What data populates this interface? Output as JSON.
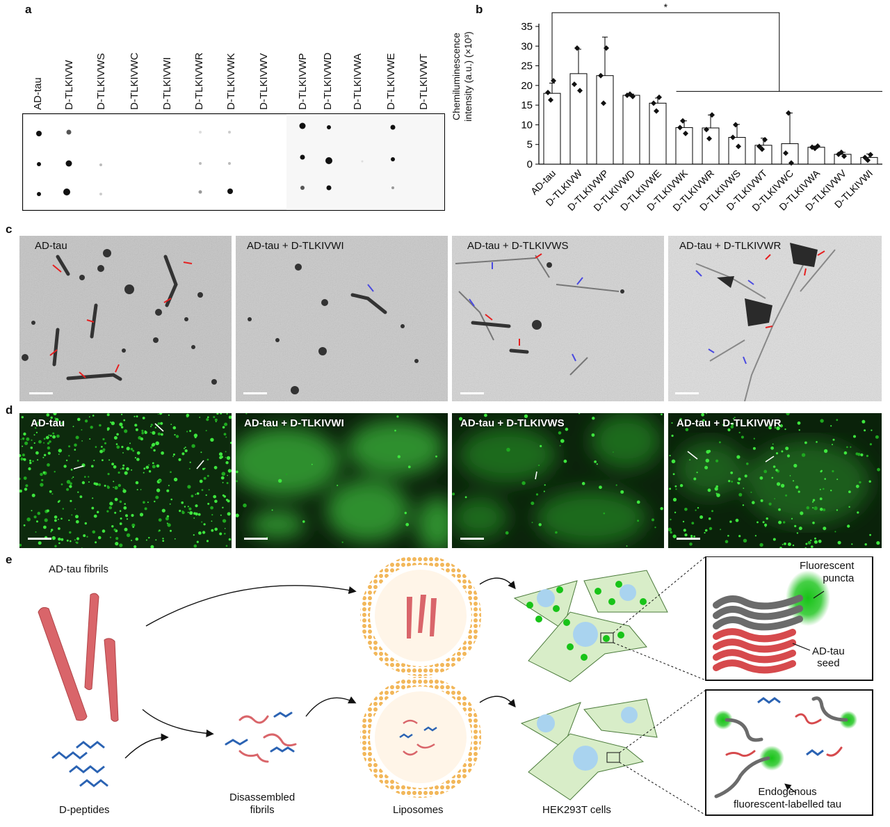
{
  "panels": {
    "a": "a",
    "b": "b",
    "c": "c",
    "d": "d",
    "e": "e"
  },
  "blot": {
    "lanes": [
      "AD-tau",
      "D-TLKIVW",
      "D-TLKIVWS",
      "D-TLKIVWC",
      "D-TLKIVWI",
      "D-TLKIVWR",
      "D-TLKIVWK",
      "D-TLKIVWV",
      "D-TLKIVWP",
      "D-TLKIVWD",
      "D-TLKIVWA",
      "D-TLKIVWE",
      "D-TLKIVWT"
    ]
  },
  "chart_data": {
    "type": "bar",
    "ylabel_line1": "Chemiluminescence",
    "ylabel_line2": "intensity (a.u.) (×10³)",
    "ylim": [
      0,
      35
    ],
    "yticks": [
      "0",
      "5",
      "10",
      "15",
      "20",
      "25",
      "30",
      "35"
    ],
    "categories": [
      "AD-tau",
      "D-TLKIVW",
      "D-TLKIVWP",
      "D-TLKIVWD",
      "D-TLKIVWE",
      "D-TLKIVWK",
      "D-TLKIVWR",
      "D-TLKIVWS",
      "D-TLKIVWT",
      "D-TLKIVWC",
      "D-TLKIVWA",
      "D-TLKIVWV",
      "D-TLKIVWI"
    ],
    "values": [
      18,
      23,
      22.5,
      17.5,
      15.5,
      9.3,
      9.2,
      6.8,
      4.8,
      5.2,
      4.3,
      2.5,
      1.7
    ],
    "errors": [
      2.6,
      6.2,
      9.8,
      0.3,
      1.3,
      1.7,
      3.3,
      3.3,
      1.8,
      7.8,
      0.3,
      0.5,
      0.9
    ],
    "points": [
      [
        16.3,
        18.2,
        21.2
      ],
      [
        18.7,
        20.3,
        29.5
      ],
      [
        15.5,
        22.5,
        29.5
      ],
      [
        17.2,
        17.5,
        17.8
      ],
      [
        13.5,
        15.5,
        17.0
      ],
      [
        7.8,
        9.3,
        11.0
      ],
      [
        6.5,
        8.8,
        12.5
      ],
      [
        4.5,
        6.8,
        10.0
      ],
      [
        3.8,
        4.5,
        6.2
      ],
      [
        0.3,
        2.8,
        13.0
      ],
      [
        4.0,
        4.3,
        4.6
      ],
      [
        2.0,
        2.5,
        3.0
      ],
      [
        1.0,
        1.7,
        2.4
      ]
    ],
    "significance": "*",
    "grid": false
  },
  "em": {
    "labels": [
      "AD-tau",
      "AD-tau + D-TLKIVWI",
      "AD-tau + D-TLKIVWS",
      "AD-tau + D-TLKIVWR"
    ]
  },
  "fluor": {
    "labels": [
      "AD-tau",
      "AD-tau + D-TLKIVWI",
      "AD-tau + D-TLKIVWS",
      "AD-tau + D-TLKIVWR"
    ]
  },
  "schematic": {
    "fibrils_label": "AD-tau fibrils",
    "dpep_label": "D-peptides",
    "disassembled_label_1": "Disassembled",
    "disassembled_label_2": "fibrils",
    "liposomes_label": "Liposomes",
    "cells_label": "HEK293T cells",
    "puncta_1": "Fluorescent",
    "puncta_2": "puncta",
    "seed_1": "AD-tau",
    "seed_2": "seed",
    "endo_1": "Endogenous",
    "endo_2": "fluorescent-labelled tau",
    "colors": {
      "fibril": "#d9656a",
      "peptide": "#2b63b3",
      "lipid": "#f2b75a",
      "cell": "#d8edc8",
      "nucleus": "#a9d3ef",
      "green": "#18c318"
    }
  }
}
